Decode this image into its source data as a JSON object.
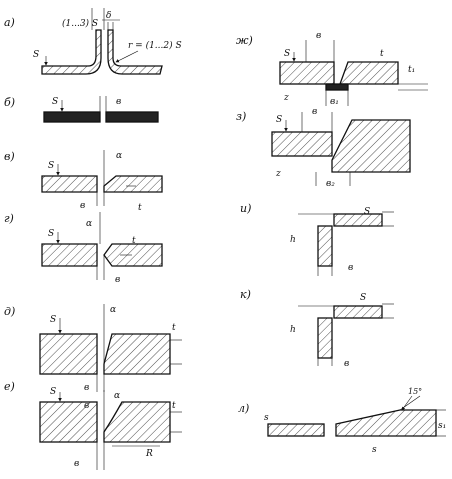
{
  "joints": {
    "a": {
      "label": "а)",
      "dims": {
        "s": "S",
        "range": "(1...3) S",
        "gap": "δ",
        "radius": "r = (1...2) S"
      }
    },
    "b": {
      "label": "б)",
      "dims": {
        "s": "S",
        "gap": "в"
      }
    },
    "v": {
      "label": "в)",
      "dims": {
        "s": "S",
        "angle": "α",
        "gap": "в",
        "t": "t"
      }
    },
    "g": {
      "label": "г)",
      "dims": {
        "s": "S",
        "angle": "α",
        "t": "t",
        "gap": "в"
      }
    },
    "d": {
      "label": "д)",
      "dims": {
        "s": "S",
        "angle": "α",
        "t": "t",
        "gap": "в"
      }
    },
    "e": {
      "label": "е)",
      "dims": {
        "s": "S",
        "angle": "α",
        "gap": "в",
        "t": "t",
        "r": "R",
        "gap2": "в"
      }
    },
    "zh": {
      "label": "ж)",
      "dims": {
        "s": "S",
        "b": "в",
        "t": "t",
        "t1": "t₁",
        "z": "z",
        "b1": "в₁"
      }
    },
    "z": {
      "label": "з)",
      "dims": {
        "s": "S",
        "b": "в",
        "z": "z",
        "b2": "в₂"
      }
    },
    "i": {
      "label": "и)",
      "dims": {
        "s": "S",
        "h": "h",
        "b": "в"
      }
    },
    "k": {
      "label": "к)",
      "dims": {
        "s": "S",
        "h": "h",
        "b": "в"
      }
    },
    "l": {
      "label": "л)",
      "dims": {
        "angle": "15°",
        "s": "s",
        "s2": "s",
        "s1": "s₁"
      }
    }
  }
}
